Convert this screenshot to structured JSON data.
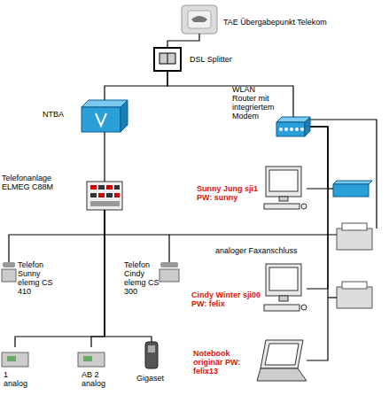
{
  "diagram": {
    "nodes": [
      {
        "text": [
          "TAE Übergabepunkt Telekom"
        ]
      },
      {
        "text": [
          "DSL Splitter"
        ]
      },
      {
        "text": [
          "NTBA"
        ]
      },
      {
        "text": [
          "WLAN Router mit integriertem Modem"
        ]
      },
      {
        "text": [
          "Telefonanlage ELMEG C88M"
        ]
      },
      {
        "text": [
          "Sunny Jung sji1 PW: sunny"
        ]
      },
      {
        "text": [
          "Telefon Sunny elemg CS 410"
        ]
      },
      {
        "text": [
          "Telefon Cindy elemg CS 300"
        ]
      },
      {
        "text": [
          "Cindy Winter sji00 PW: felix"
        ]
      },
      {
        "text": [
          "1 analog"
        ]
      },
      {
        "text": [
          "AB 2 analog"
        ]
      },
      {
        "text": [
          "Gigaset"
        ]
      },
      {
        "text": [
          "Notebook originär PW: felix13"
        ]
      }
    ],
    "edges": [
      {
        "from": 0,
        "to": 1,
        "arrow": "none"
      },
      {
        "from": 1,
        "to": 2,
        "arrow": "none"
      },
      {
        "from": 1,
        "to": 3,
        "arrow": "none"
      },
      {
        "from": 2,
        "to": 4,
        "arrow": "none"
      },
      {
        "from": 4,
        "to": 6,
        "arrow": "none"
      },
      {
        "from": 4,
        "to": 7,
        "arrow": "none"
      },
      {
        "from": 4,
        "to": 9,
        "arrow": "none"
      },
      {
        "from": 4,
        "to": 10,
        "arrow": "none"
      },
      {
        "from": 4,
        "to": 11,
        "arrow": "none"
      },
      {
        "from": 3,
        "to": 5,
        "arrow": "none"
      },
      {
        "from": 3,
        "to": 8,
        "arrow": "none"
      },
      {
        "from": 3,
        "to": 12,
        "arrow": "none"
      }
    ],
    "labels": [
      "analoger Faxanschluss"
    ]
  }
}
